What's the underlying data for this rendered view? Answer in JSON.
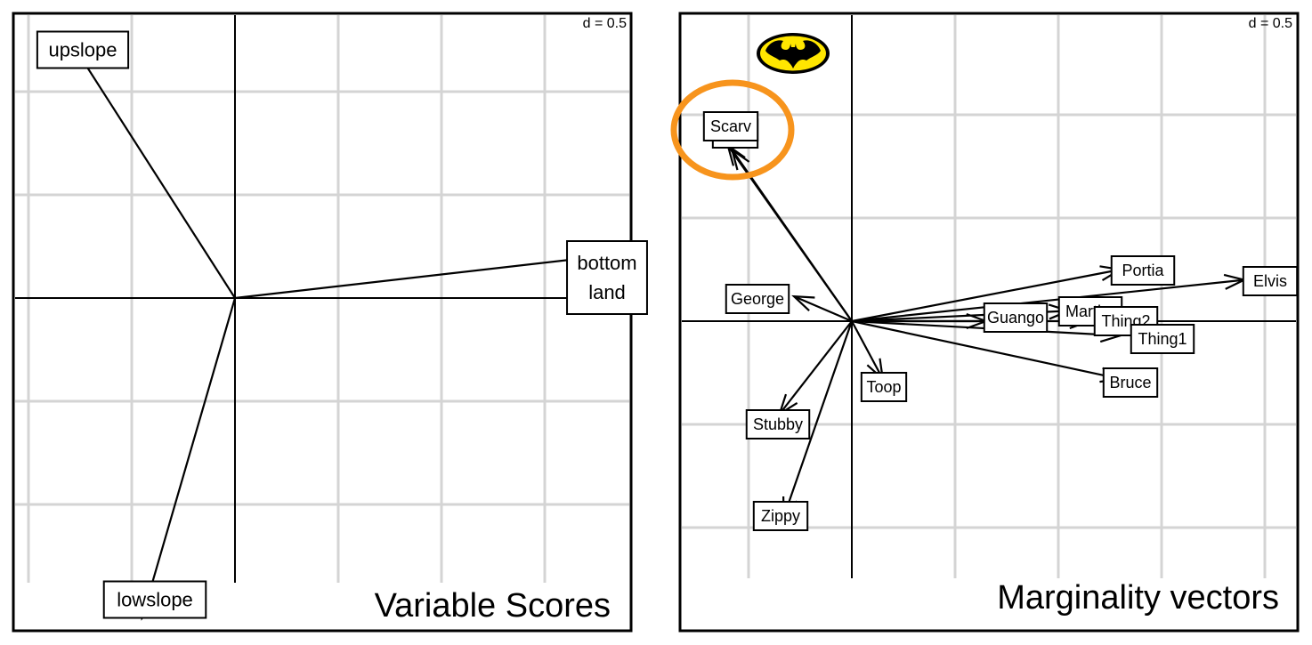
{
  "chart_data": [
    {
      "type": "scatter",
      "subtype": "biplot-arrows",
      "title": "Variable Scores",
      "scale_label": "d = 0.5",
      "grid_step": 0.5,
      "grid": true,
      "xlim": [
        -1.2,
        2.15
      ],
      "ylim": [
        -1.55,
        1.5
      ],
      "vectors": [
        {
          "name": "upslope",
          "x": -0.8,
          "y": 1.25
        },
        {
          "name": "lowslope",
          "x": -0.45,
          "y": -1.55
        },
        {
          "name": "bottom land",
          "x": 1.75,
          "y": 0.2
        }
      ]
    },
    {
      "type": "scatter",
      "subtype": "biplot-arrows",
      "title": "Marginality vectors",
      "scale_label": "d = 0.5",
      "grid_step": 0.5,
      "grid": true,
      "xlim": [
        -0.8,
        2.15
      ],
      "ylim": [
        -1.25,
        1.45
      ],
      "vectors": [
        {
          "name": "Scarv",
          "x": -0.6,
          "y": 0.85
        },
        {
          "name": "Marv",
          "x": -0.58,
          "y": 0.83
        },
        {
          "name": "George",
          "x": -0.28,
          "y": 0.12
        },
        {
          "name": "Portia",
          "x": 1.3,
          "y": 0.25
        },
        {
          "name": "Elvis",
          "x": 1.9,
          "y": 0.2
        },
        {
          "name": "Martha",
          "x": 1.05,
          "y": 0.05
        },
        {
          "name": "Guango",
          "x": 0.65,
          "y": 0.0
        },
        {
          "name": "Thing2",
          "x": 1.15,
          "y": 0.0
        },
        {
          "name": "Thing1",
          "x": 1.3,
          "y": -0.07
        },
        {
          "name": "Bruce",
          "x": 1.3,
          "y": -0.28
        },
        {
          "name": "Toop",
          "x": 0.15,
          "y": -0.28
        },
        {
          "name": "Stubby",
          "x": -0.35,
          "y": -0.45
        },
        {
          "name": "Zippy",
          "x": -0.33,
          "y": -0.95
        }
      ],
      "highlight": {
        "label": "Scarv",
        "color": "#f7941d"
      },
      "logo": "batman-logo"
    }
  ]
}
